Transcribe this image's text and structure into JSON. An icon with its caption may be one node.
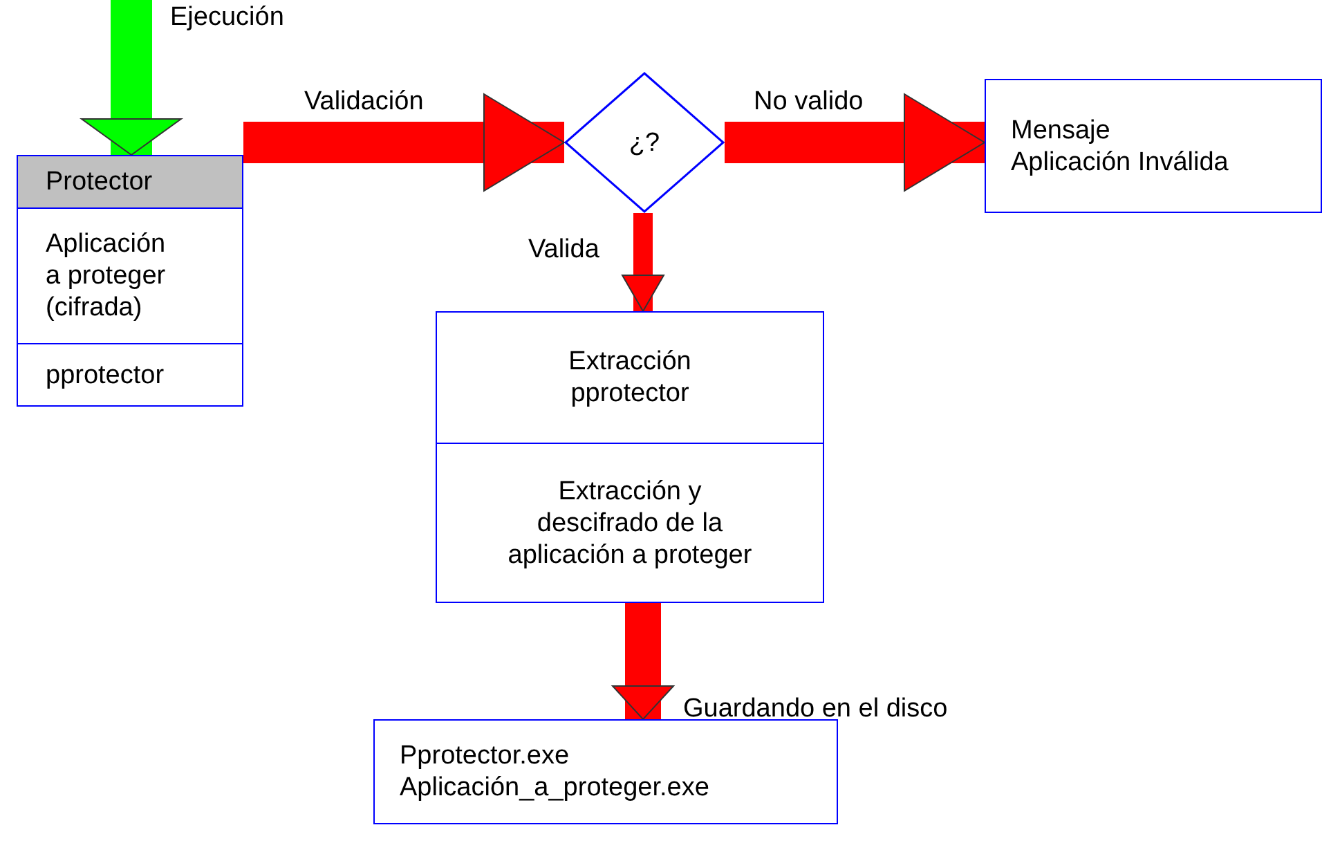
{
  "diagram": {
    "nodes": [
      {
        "text": [
          "Protector"
        ]
      },
      {
        "text": [
          "Aplicación a proteger (cifrada)"
        ]
      },
      {
        "text": [
          "pprotector"
        ]
      },
      {
        "text": [
          "¿?"
        ]
      },
      {
        "text": [
          "Mensaje Aplicación Inválida"
        ]
      },
      {
        "text": [
          "Extracción pprotector"
        ]
      },
      {
        "text": [
          "Extracción y descifrado de la aplicación a proteger"
        ]
      },
      {
        "text": [
          "Pprotector.exe Aplicación_a_proteger.exe"
        ]
      }
    ],
    "edges": [
      {
        "from": null,
        "to": 0,
        "arrow": "to",
        "label": "Ejecución",
        "color": "#00ff00"
      },
      {
        "from": 0,
        "to": 3,
        "arrow": "to",
        "label": "Validación"
      },
      {
        "from": 3,
        "to": 4,
        "arrow": "to",
        "label": "No valido"
      },
      {
        "from": 3,
        "to": 5,
        "arrow": "to",
        "label": "Valida"
      },
      {
        "from": 6,
        "to": 7,
        "arrow": "to",
        "label": "Guardando en el disco"
      }
    ]
  }
}
